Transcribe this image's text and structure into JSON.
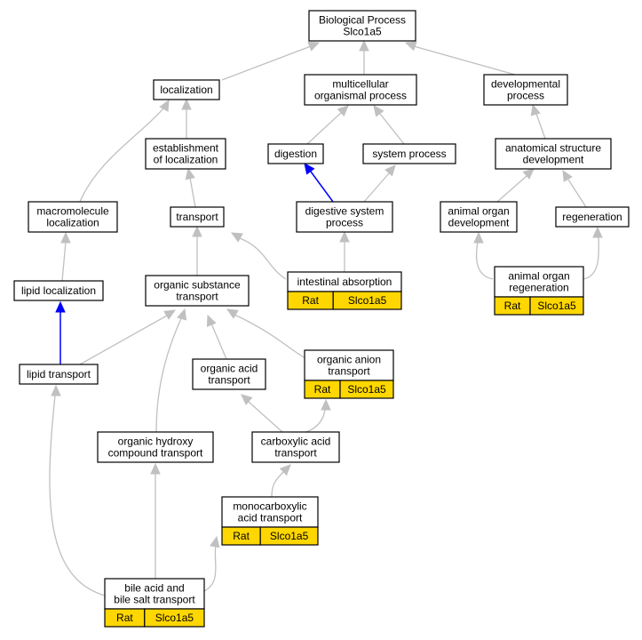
{
  "nodes": {
    "bp": [
      "Biological Process",
      "Slco1a5"
    ],
    "localization": [
      "localization"
    ],
    "multicellular": [
      "multicellular",
      "organismal process"
    ],
    "developmental": [
      "developmental",
      "process"
    ],
    "establishment": [
      "establishment",
      "of localization"
    ],
    "digestion": [
      "digestion"
    ],
    "system_process": [
      "system process"
    ],
    "anatomical": [
      "anatomical structure",
      "development"
    ],
    "macromolecule": [
      "macromolecule",
      "localization"
    ],
    "transport": [
      "transport"
    ],
    "digestive": [
      "digestive system",
      "process"
    ],
    "animal_organ_dev": [
      "animal organ",
      "development"
    ],
    "regeneration": [
      "regeneration"
    ],
    "intestinal": [
      "intestinal absorption"
    ],
    "animal_organ_regen": [
      "animal organ",
      "regeneration"
    ],
    "lipid_localization": [
      "lipid localization"
    ],
    "organic_substance": [
      "organic substance",
      "transport"
    ],
    "organic_anion": [
      "organic anion",
      "transport"
    ],
    "lipid_transport": [
      "lipid transport"
    ],
    "organic_acid": [
      "organic acid",
      "transport"
    ],
    "organic_hydroxy": [
      "organic hydroxy",
      "compound transport"
    ],
    "carboxylic": [
      "carboxylic acid",
      "transport"
    ],
    "monocarboxylic": [
      "monocarboxylic",
      "acid transport"
    ],
    "bile": [
      "bile acid and",
      "bile salt transport"
    ]
  },
  "annotations": {
    "intestinal": [
      "Rat",
      "Slco1a5"
    ],
    "animal_organ_regen": [
      "Rat",
      "Slco1a5"
    ],
    "organic_anion": [
      "Rat",
      "Slco1a5"
    ],
    "monocarboxylic": [
      "Rat",
      "Slco1a5"
    ],
    "bile": [
      "Rat",
      "Slco1a5"
    ]
  },
  "colors": {
    "edge_default": "#c0c0c0",
    "edge_highlight": "#0000ff",
    "annotation_fill": "#ffd700",
    "node_fill": "#ffffff"
  }
}
